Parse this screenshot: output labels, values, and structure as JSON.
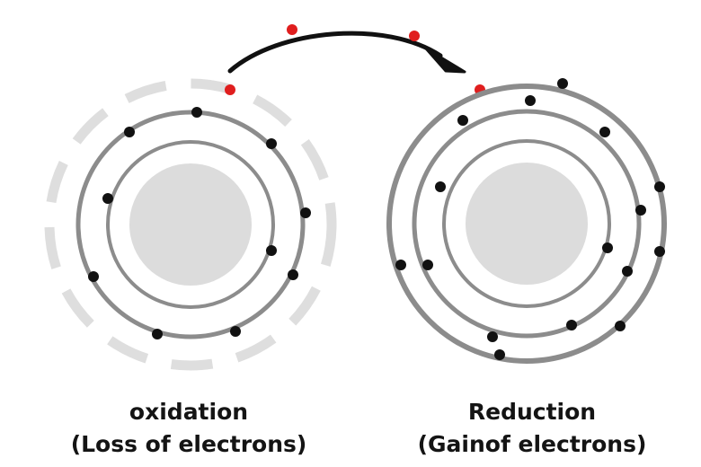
{
  "colors": {
    "background": "#ffffff",
    "nucleus": "#dcdcdc",
    "orbit": "#8c8c8c",
    "lost_orbit": "#dedede",
    "electron": "#111111",
    "moving_electron": "#e01e1e",
    "arrow": "#111111",
    "text": "#141414"
  },
  "oxidation": {
    "title": "oxidation",
    "subtitle": "(Loss of electrons)"
  },
  "reduction": {
    "title": "Reduction",
    "subtitle": "(Gainof electrons)"
  },
  "arrow_icon": "curved-arrow-right"
}
